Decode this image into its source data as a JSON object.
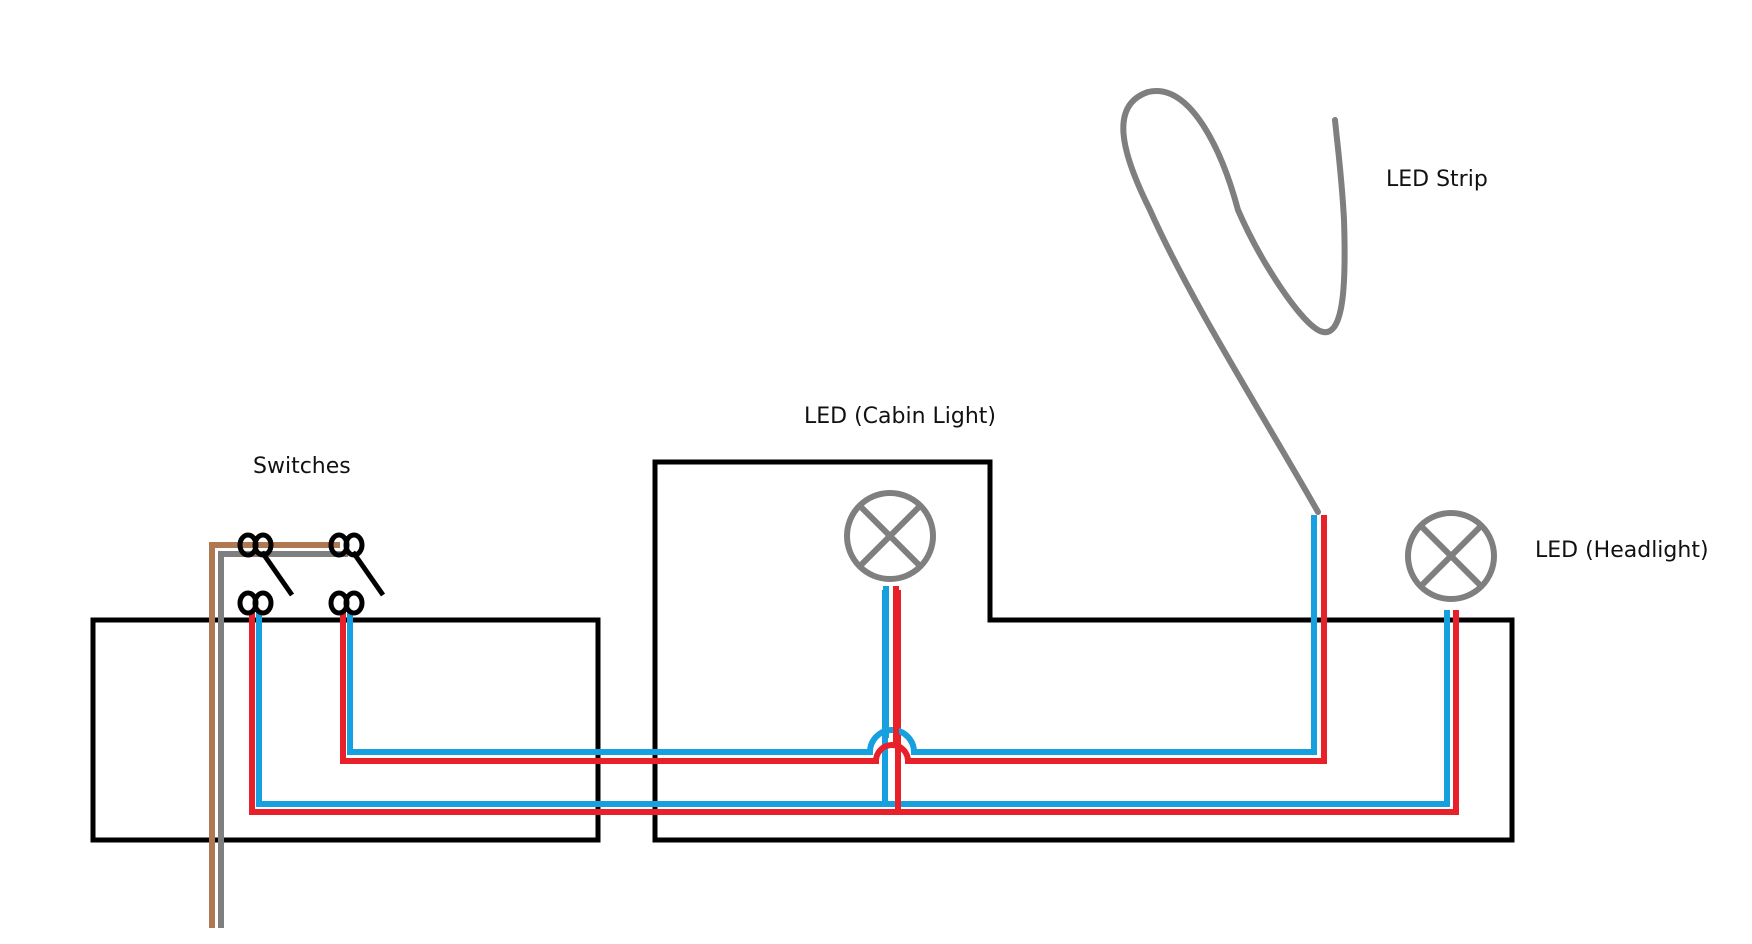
{
  "labels": {
    "switches": "Switches",
    "cabin_light": "LED (Cabin Light)",
    "led_strip": "LED Strip",
    "headlight": "LED (Headlight)"
  },
  "colors": {
    "outline": "#000000",
    "positive_wire": "#e8202a",
    "negative_wire": "#16a0e0",
    "strip_wire": "#7f7f7f",
    "feed_wire_brown": "#b07850",
    "feed_wire_grey": "#7f7f7f",
    "lamp": "#7f7f7f"
  }
}
